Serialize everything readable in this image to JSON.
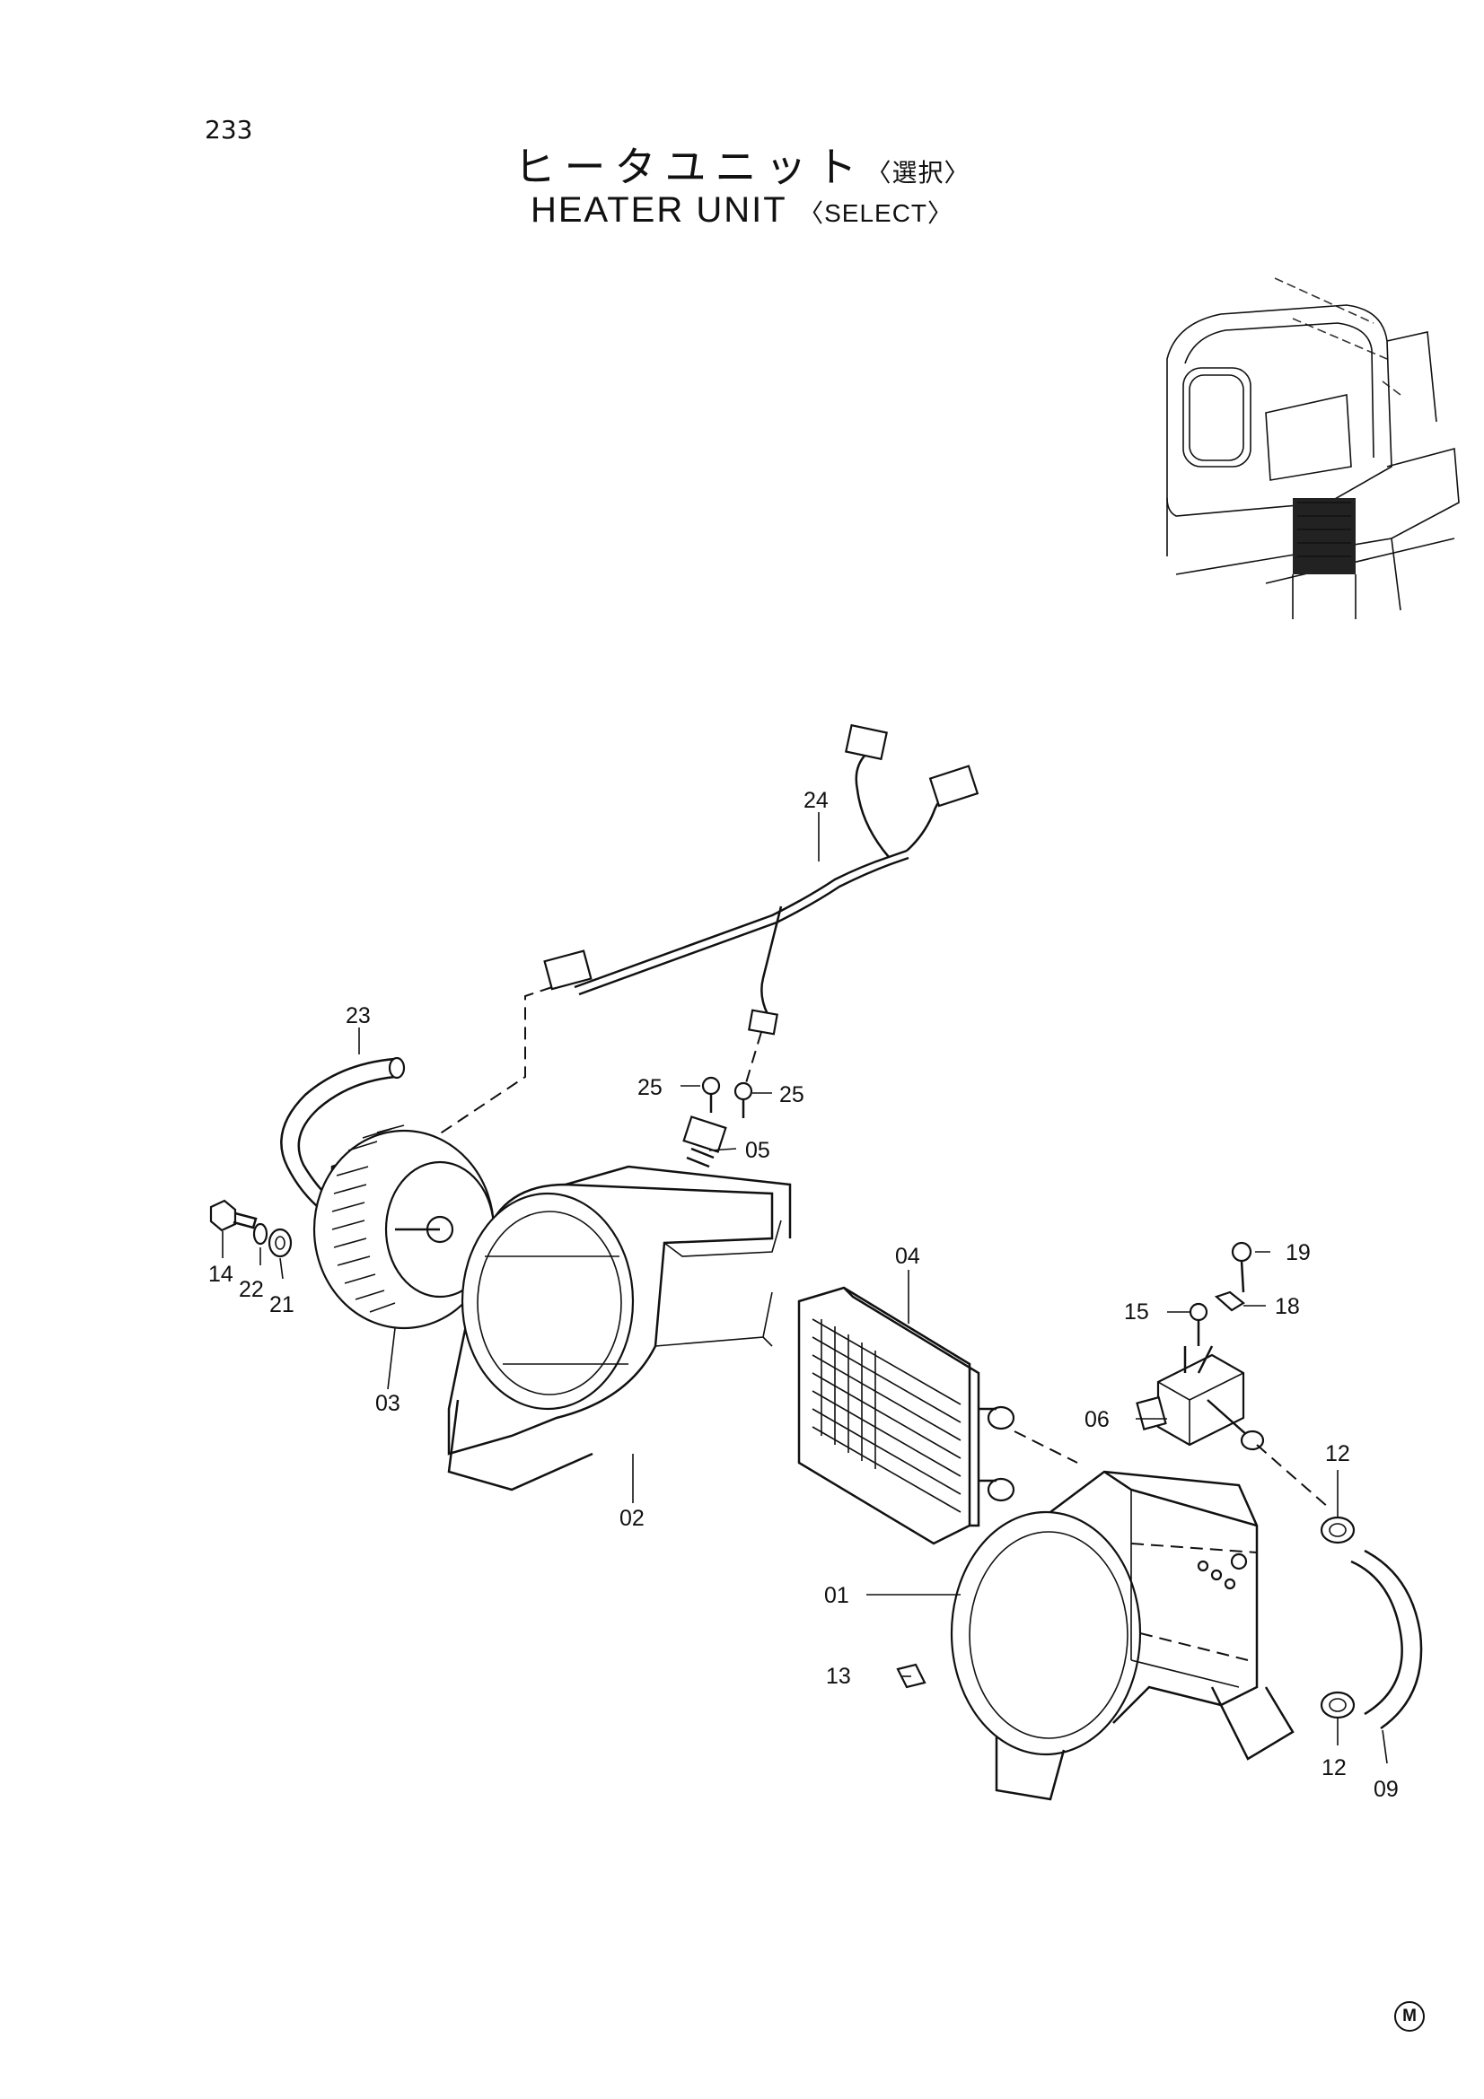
{
  "header": {
    "page_number": "233",
    "title_jp": "ヒータユニット",
    "title_jp_qualifier": "〈選択〉",
    "title_en": "HEATER UNIT",
    "title_en_qualifier": "〈SELECT〉"
  },
  "callouts": {
    "c01": "01",
    "c02": "02",
    "c03": "03",
    "c04": "04",
    "c05": "05",
    "c06": "06",
    "c09": "09",
    "c12a": "12",
    "c12b": "12",
    "c13": "13",
    "c14": "14",
    "c15": "15",
    "c18": "18",
    "c19": "19",
    "c21": "21",
    "c22": "22",
    "c23": "23",
    "c24": "24",
    "c25a": "25",
    "c25b": "25"
  },
  "footer": {
    "mark": "M"
  }
}
